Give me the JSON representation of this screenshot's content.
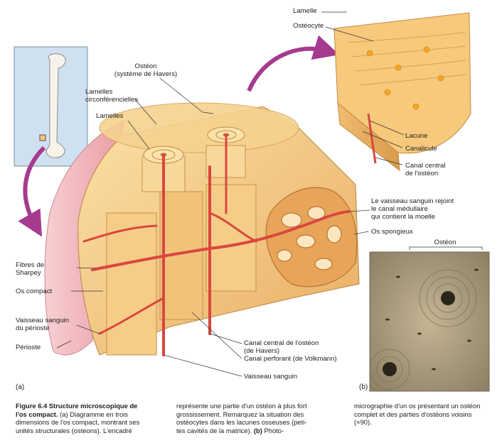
{
  "labels": {
    "lamelle": "Lamelle",
    "osteocyte": "Ostéocyte",
    "osteon": "Ostéon\n(système de Havers)",
    "lamelles_circ": "Lamelles\ncirconférencielles",
    "lamelles": "Lamelles",
    "lacune": "Lacune",
    "canalicule": "Canalicule",
    "canal_central_osteon": "Canal central\nde l'ostéon",
    "vaisseau_rejoint": "Le vaisseau sanguin rejoint\nle canal médullaire\nqui contient la moelle",
    "os_spongieux": "Os spongieux",
    "osteon_micro": "Ostéon",
    "fibres_sharpey": "Fibres de\nSharpey",
    "os_compact": "Os compact",
    "vaisseau_periosté": "Vaisseau sanguin\ndu périoste",
    "perioste": "Périoste",
    "canal_central_havers": "Canal central de l'ostéon\n(de Havers)",
    "canal_perforant": "Canal perforant (de Volkmann)",
    "vaisseau_sanguin": "Vaisseau sanguin",
    "panel_a": "(a)",
    "panel_b": "(b)"
  },
  "caption": {
    "col1_bold": "Figure 6.4  Structure microscopique de\nl'os compact.",
    "col1_text": "(a) Diagramme en trois\ndimensions de l'os compact, montrant ses\nunités structurales (ostéons). L'encadré",
    "col2_text": "représente une partie d'un ostéon à plus fort\ngrossissement. Remarquez la situation des\nostéocytes dans les lacunes osseuses (peti-\ntes cavités de la matrice).",
    "col2_bold": "(b)",
    "col2_tail": " Photo-",
    "col3_text": "micrographie d'un os présentant un ostéon\ncomplet et des parties d'ostéons voisins\n(×90)."
  },
  "colors": {
    "bone": "#f3c57e",
    "bone_dark": "#d99a4c",
    "bone_light": "#fbe2a8",
    "vessel": "#d9473f",
    "periosteum": "#f1b4b8",
    "arrow": "#a63a8f",
    "inset_bg": "#cfe0f0",
    "micro_bg": "#a79878"
  }
}
